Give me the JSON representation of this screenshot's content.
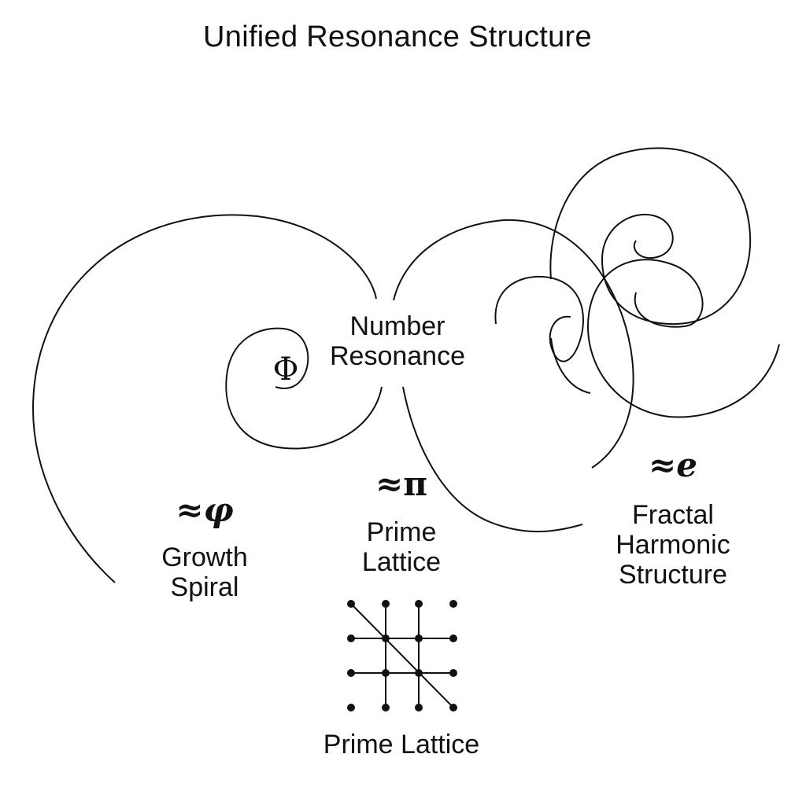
{
  "title": "Unified Resonance Structure",
  "center": {
    "symbol": "Φ",
    "label_line1": "Number",
    "label_line2": "Resonance"
  },
  "growth_spiral": {
    "symbol": "≈φ",
    "label_line1": "Growth",
    "label_line2": "Spiral"
  },
  "prime": {
    "symbol": "≈π",
    "label_line1": "Prime",
    "label_line2": "Lattice",
    "caption": "Prime Lattice"
  },
  "fractal": {
    "symbol": "≈e",
    "label_line1": "Fractal",
    "label_line2": "Harmonic",
    "label_line3": "Structure"
  },
  "colors": {
    "ink": "#111111",
    "background": "#ffffff"
  }
}
